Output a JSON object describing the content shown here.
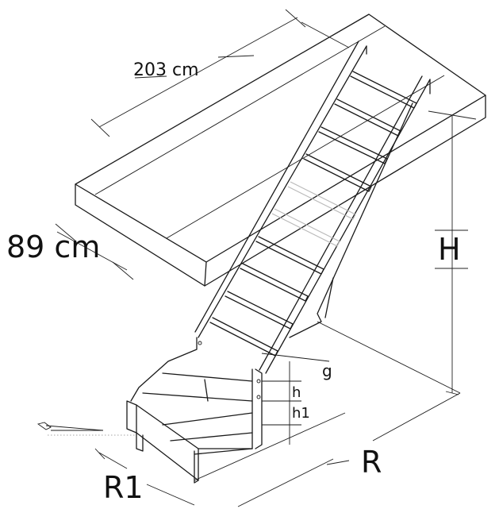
{
  "labels": {
    "length": "203 cm",
    "width": "89 cm",
    "height": "H",
    "going": "g",
    "rise": "h",
    "rise_first": "h1",
    "run": "R",
    "run_turn": "R1"
  },
  "colors": {
    "line": "#1a1a1a",
    "ghost": "#b9b9b9",
    "background": "#ffffff"
  }
}
